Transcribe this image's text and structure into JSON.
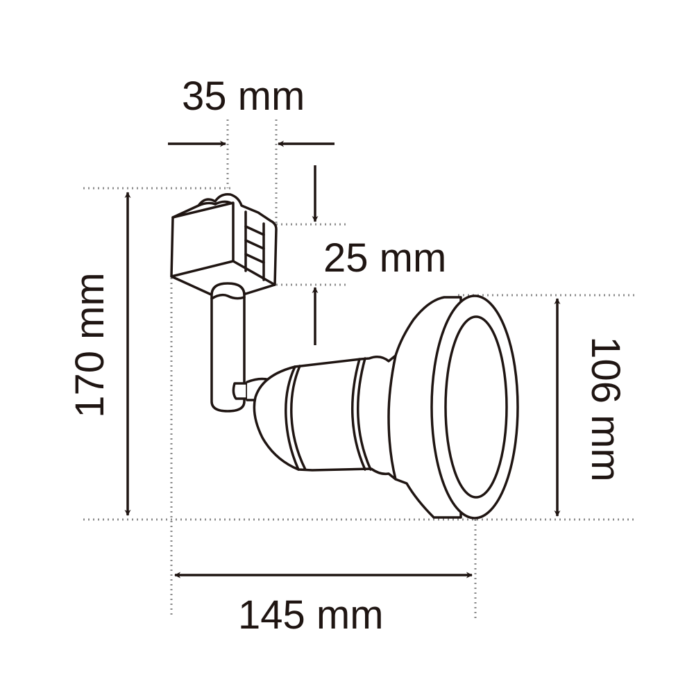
{
  "diagram": {
    "type": "product-dimension-drawing",
    "subject": "track spotlight fixture",
    "colors": {
      "line": "#1f1512",
      "guide": "#8a8a8a",
      "background": "#ffffff"
    },
    "dimensions": {
      "adapter_width": {
        "label": "35 mm",
        "value": 35,
        "unit": "mm",
        "orientation": "horizontal"
      },
      "adapter_height": {
        "label": "25 mm",
        "value": 25,
        "unit": "mm",
        "orientation": "vertical"
      },
      "total_height": {
        "label": "170 mm",
        "value": 170,
        "unit": "mm",
        "orientation": "vertical"
      },
      "head_diameter": {
        "label": "106 mm",
        "value": 106,
        "unit": "mm",
        "orientation": "vertical"
      },
      "total_length": {
        "label": "145 mm",
        "value": 145,
        "unit": "mm",
        "orientation": "horizontal"
      }
    }
  }
}
